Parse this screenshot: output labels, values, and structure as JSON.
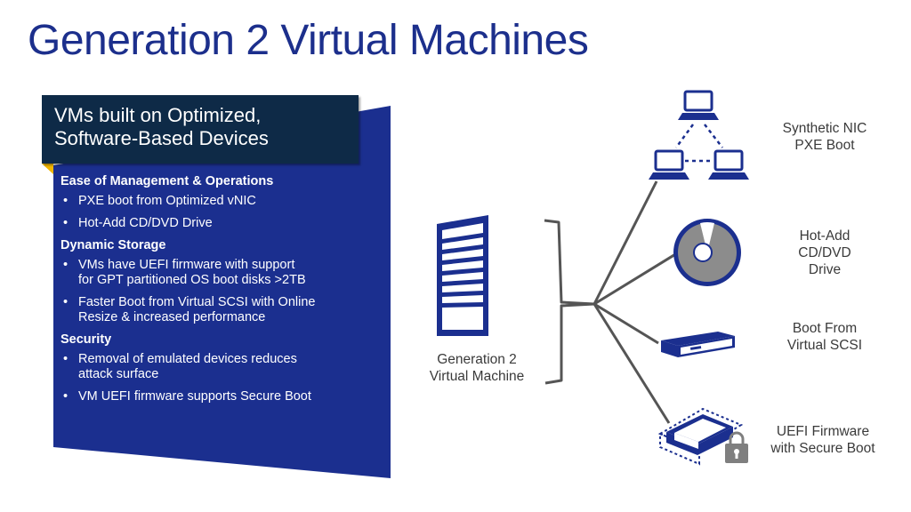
{
  "title": "Generation 2 Virtual Machines",
  "panel": {
    "header_line1": "VMs built on Optimized,",
    "header_line2": "Software-Based Devices",
    "sections": [
      {
        "heading": "Ease of Management & Operations",
        "bullets": [
          [
            "PXE boot from Optimized vNIC"
          ],
          [
            "Hot-Add CD/DVD Drive"
          ]
        ]
      },
      {
        "heading": "Dynamic Storage",
        "bullets": [
          [
            "VMs have UEFI firmware with support",
            "for GPT partitioned OS boot disks >2TB"
          ],
          [
            "Faster Boot from Virtual SCSI with Online",
            "Resize & increased performance"
          ]
        ]
      },
      {
        "heading": "Security",
        "bullets": [
          [
            "Removal of emulated devices reduces",
            "attack surface"
          ],
          [
            "VM UEFI firmware supports Secure Boot"
          ]
        ]
      }
    ]
  },
  "diagram": {
    "center_label": [
      "Generation 2",
      "Virtual Machine"
    ],
    "items": [
      {
        "icon": "network-computers-icon",
        "label": [
          "Synthetic NIC",
          "PXE Boot"
        ]
      },
      {
        "icon": "cd-dvd-disc-icon",
        "label": [
          "Hot-Add",
          "CD/DVD",
          "Drive"
        ]
      },
      {
        "icon": "scsi-drive-icon",
        "label": [
          "Boot From",
          "Virtual SCSI"
        ]
      },
      {
        "icon": "secure-drive-lock-icon",
        "label": [
          "UEFI Firmware",
          "with Secure Boot"
        ]
      }
    ]
  },
  "colors": {
    "title": "#1c2f8c",
    "panel": "#1b2f8f",
    "header": "#0e2a47",
    "accent_tab": "#f2b600",
    "connector": "#555555",
    "icon_blue": "#1b2f8f"
  }
}
